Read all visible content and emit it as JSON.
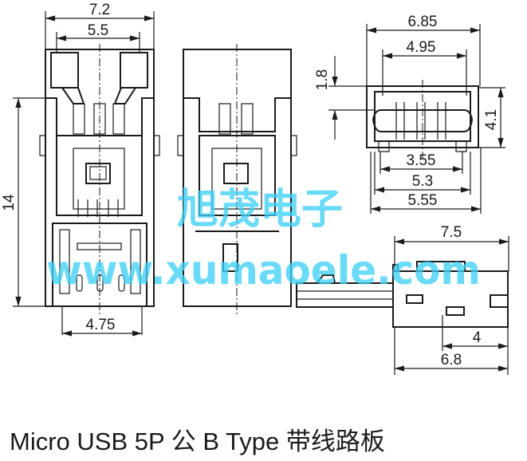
{
  "dimensions": {
    "front_width_outer": "7.2",
    "front_width_inner": "5.5",
    "front_height": "14",
    "front_bottom_width": "4.75",
    "top_width_outer": "6.85",
    "top_width_inner": "4.95",
    "top_height_small": "1.8",
    "top_height": "4.1",
    "bottom_width_1": "3.55",
    "bottom_width_2": "5.3",
    "bottom_width_3": "5.55",
    "side_length": "7.5",
    "side_offset_small": "4",
    "side_offset_large": "6.8"
  },
  "watermark": {
    "company": "旭茂电子",
    "url": "www.xumaoele.com"
  },
  "caption": "Micro USB 5P 公 B Type 带线路板"
}
